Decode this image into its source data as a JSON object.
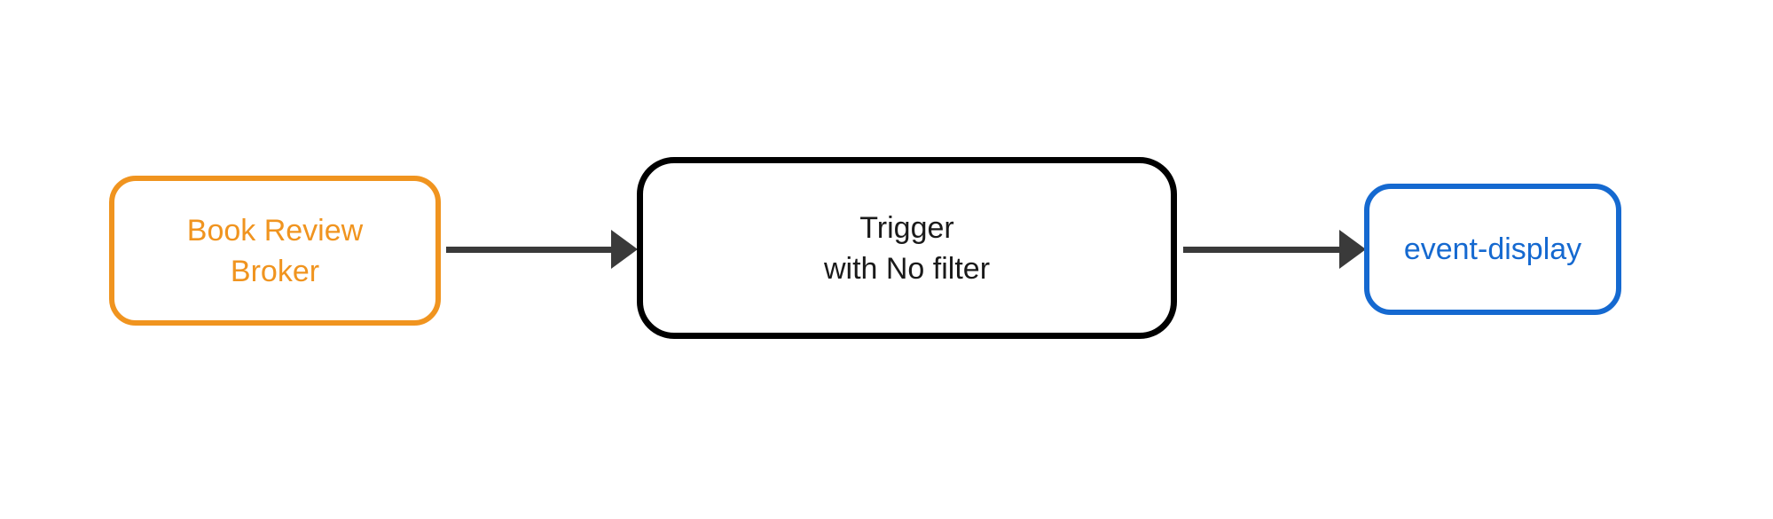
{
  "canvas": {
    "background_color": "#FFFFFF"
  },
  "nodes": [
    {
      "id": "book-review-broker",
      "lines": [
        "Book Review",
        "Broker"
      ],
      "border_color": "#F0941F",
      "text_color": "#F0941F",
      "shape": "rounded-rectangle"
    },
    {
      "id": "trigger",
      "lines": [
        "Trigger",
        "with No filter"
      ],
      "border_color": "#000000",
      "text_color": "#1A1A1A",
      "shape": "rounded-rectangle"
    },
    {
      "id": "event-display",
      "lines": [
        "event-display"
      ],
      "border_color": "#1569D0",
      "text_color": "#1569D0",
      "shape": "rounded-rectangle"
    }
  ],
  "edges": [
    {
      "from": "book-review-broker",
      "to": "trigger",
      "style": "solid",
      "arrowhead": "filled-triangle",
      "color": "#3A3A3A"
    },
    {
      "from": "trigger",
      "to": "event-display",
      "style": "solid",
      "arrowhead": "filled-triangle",
      "color": "#3A3A3A"
    }
  ]
}
